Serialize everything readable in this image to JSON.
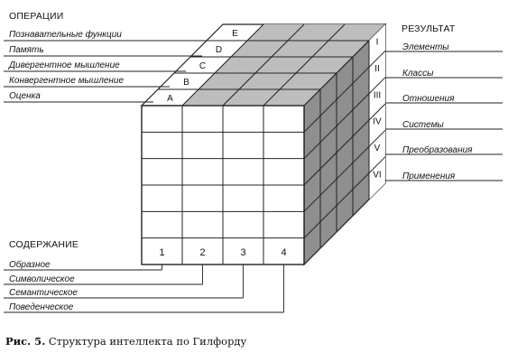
{
  "operations": {
    "heading": "ОПЕРАЦИИ",
    "items": [
      {
        "label": "Познавательные функции",
        "letter": "E"
      },
      {
        "label": "Память",
        "letter": "D"
      },
      {
        "label": "Дивергентное мышление",
        "letter": "C"
      },
      {
        "label": "Конвергентное мышление",
        "letter": "B"
      },
      {
        "label": "Оценка",
        "letter": "A"
      }
    ]
  },
  "results": {
    "heading": "РЕЗУЛЬТАТ",
    "items": [
      {
        "label": "Элементы",
        "numeral": "I"
      },
      {
        "label": "Классы",
        "numeral": "II"
      },
      {
        "label": "Отношения",
        "numeral": "III"
      },
      {
        "label": "Системы",
        "numeral": "IV"
      },
      {
        "label": "Преобразования",
        "numeral": "V"
      },
      {
        "label": "Применения",
        "numeral": "VI"
      }
    ]
  },
  "content": {
    "heading": "СОДЕРЖАНИЕ",
    "items": [
      {
        "label": "Образное",
        "number": "1"
      },
      {
        "label": "Символическое",
        "number": "2"
      },
      {
        "label": "Семантическое",
        "number": "3"
      },
      {
        "label": "Поведенческое",
        "number": "4"
      }
    ]
  },
  "caption": {
    "prefix": "Рис. 5.",
    "text": "Структура интеллекта по Гилфорду"
  },
  "colors": {
    "line": "#222222",
    "shade_top": "#bdbdbd",
    "shade_side": "#8f8f8f",
    "face": "#ffffff"
  }
}
